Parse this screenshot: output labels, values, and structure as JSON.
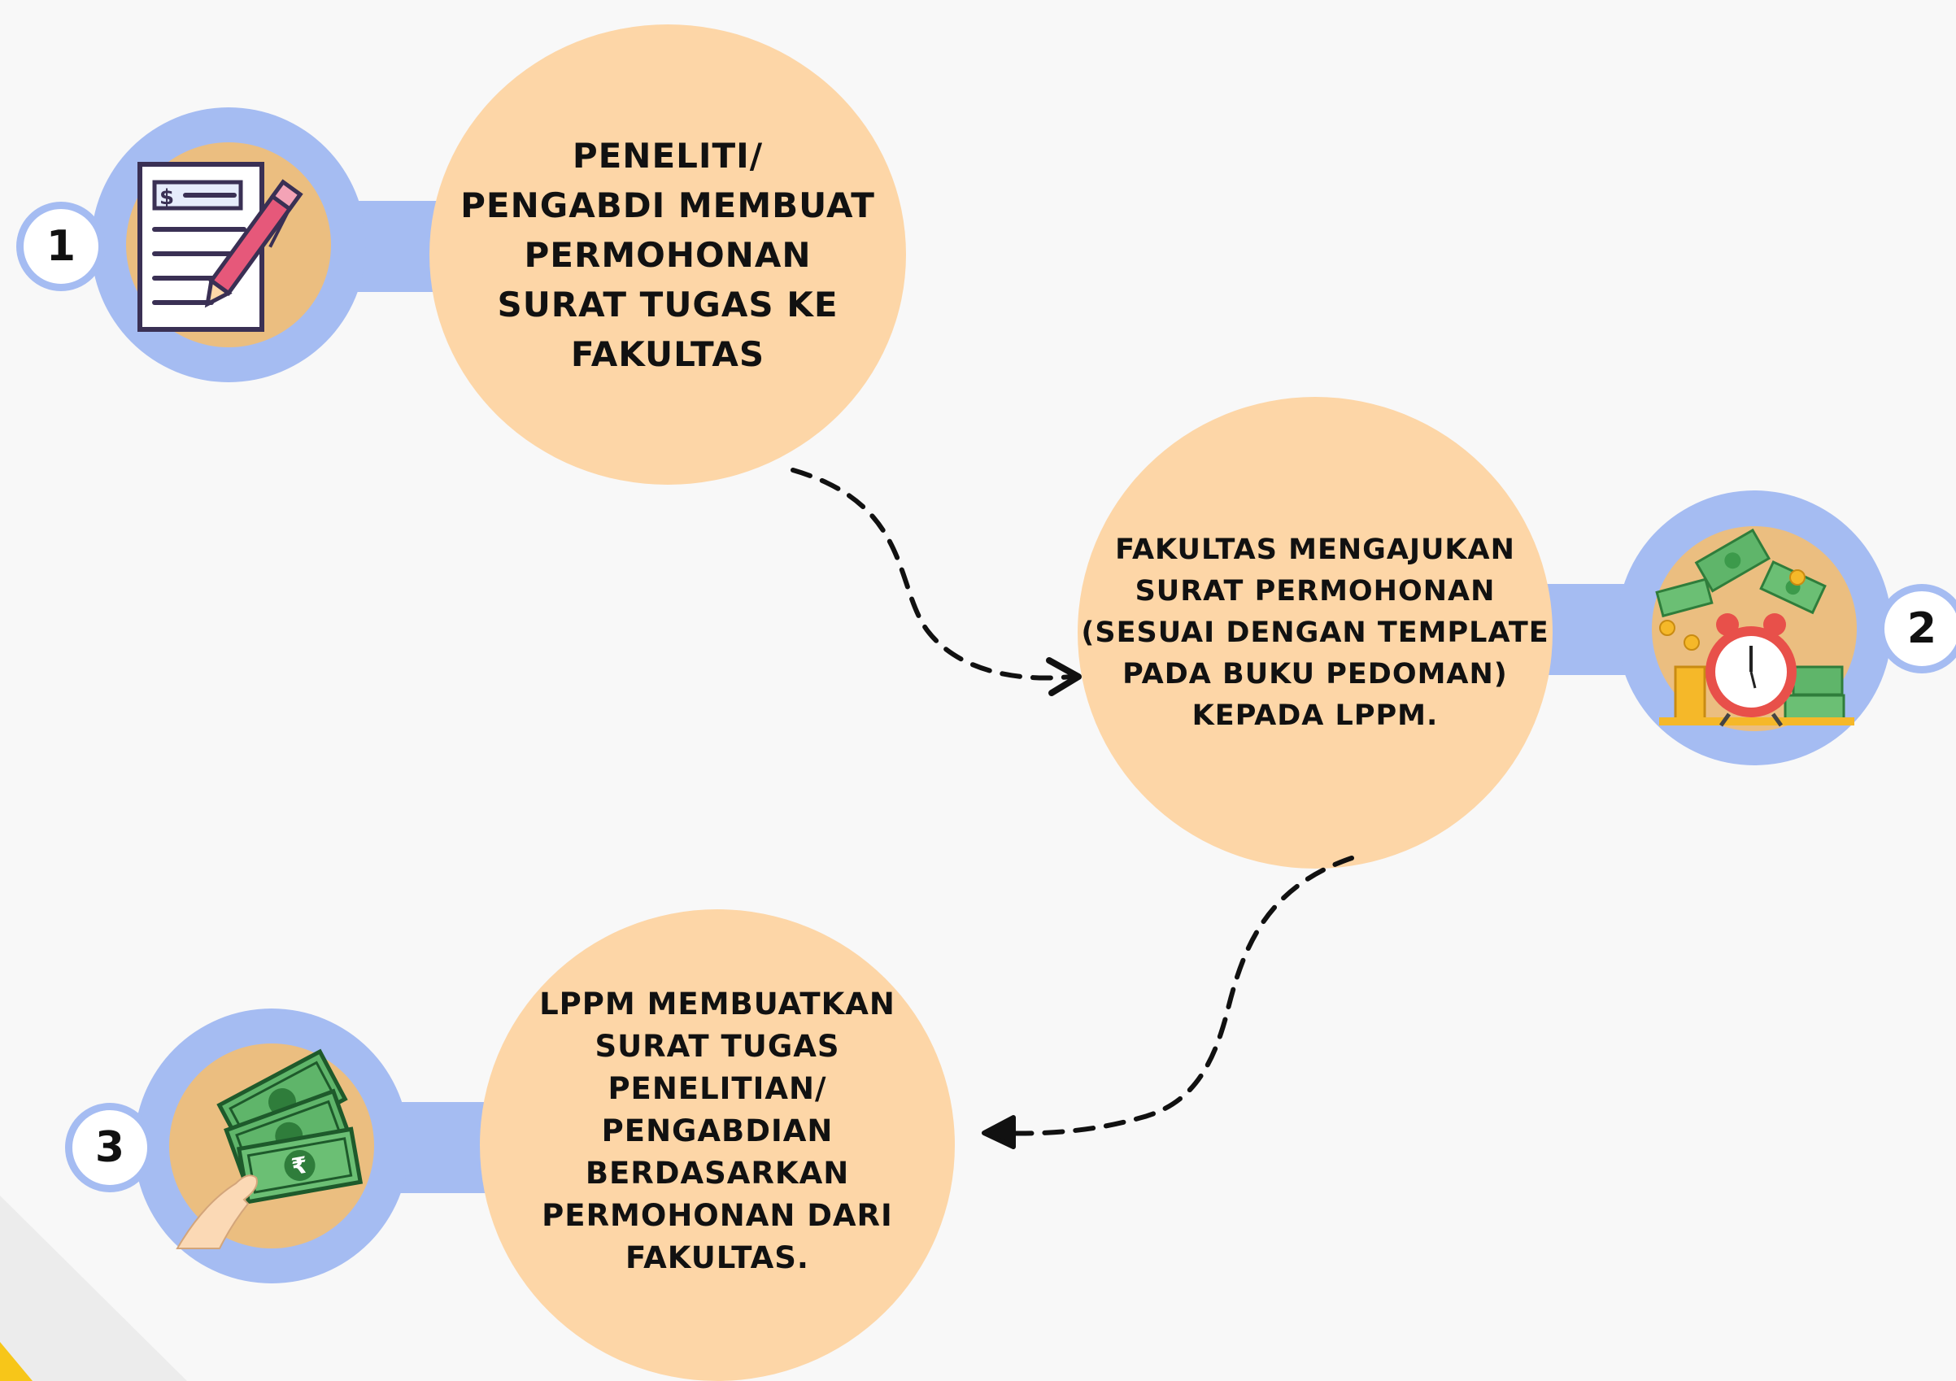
{
  "steps": [
    {
      "number": "1",
      "text": "PENELITI/\nPENGABDI MEMBUAT\nPERMOHONAN\nSURAT TUGAS KE\nFAKULTAS",
      "icon": "document-pen-icon"
    },
    {
      "number": "2",
      "text": "FAKULTAS MENGAJUKAN\nSURAT PERMOHONAN\n(SESUAI DENGAN TEMPLATE\nPADA BUKU PEDOMAN)\nKEPADA LPPM.",
      "icon": "money-clock-icon"
    },
    {
      "number": "3",
      "text": "LPPM MEMBUATKAN\nSURAT TUGAS\nPENELITIAN/\nPENGABDIAN\nBERDASARKAN\nPERMOHONAN DARI\nFAKULTAS.",
      "icon": "hand-cash-icon"
    }
  ],
  "colors": {
    "background": "#f8f8f8",
    "ring": "#a5bcf2",
    "icon_disc": "#ebbe80",
    "text_circle": "#fdd6a7",
    "accent_corner": "#f7c619"
  }
}
